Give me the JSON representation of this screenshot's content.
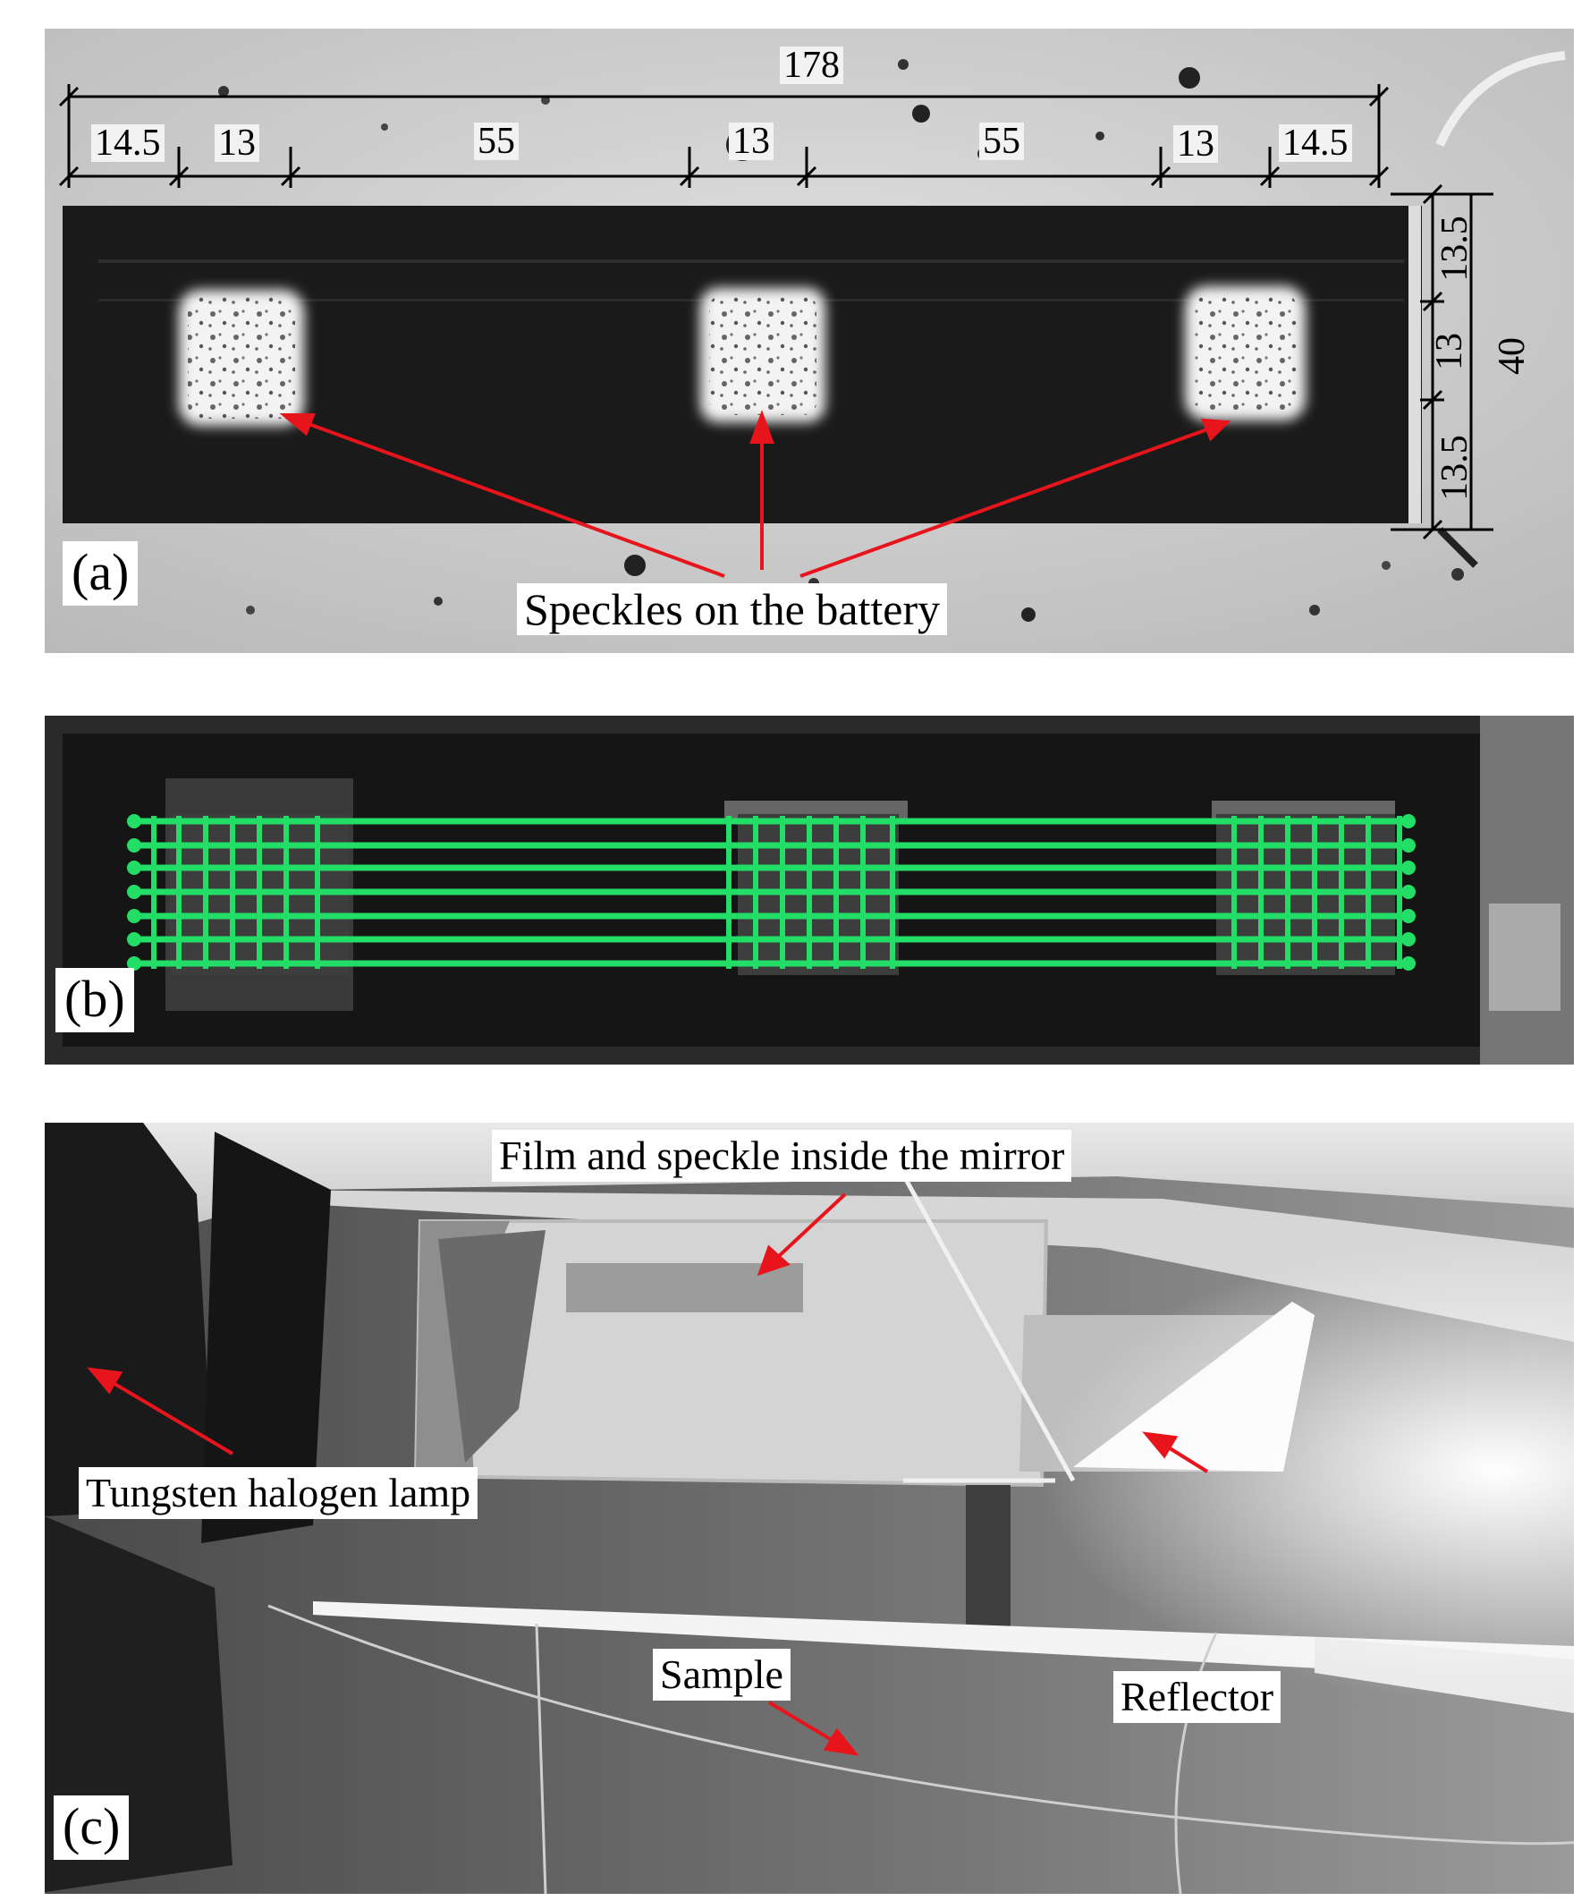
{
  "panels": {
    "a": {
      "label": "(a)",
      "annotation": "Speckles on the battery",
      "dimensions": {
        "total": "178",
        "segments": [
          "14.5",
          "13",
          "55",
          "13",
          "55",
          "13",
          "14.5"
        ],
        "vertical_top": "13.5",
        "vertical_mid": "13",
        "vertical_bottom": "13.5",
        "vertical_total": "40"
      }
    },
    "b": {
      "label": "(b)"
    },
    "c": {
      "label": "(c)",
      "annotations": {
        "film": "Film and speckle inside the mirror",
        "lamp": "Tungsten halogen lamp",
        "sample": "Sample",
        "reflector": "Reflector"
      }
    }
  },
  "colors": {
    "arrow": "#e8141c",
    "mesh": "#22dd66",
    "battery": "#1a1a1a"
  }
}
